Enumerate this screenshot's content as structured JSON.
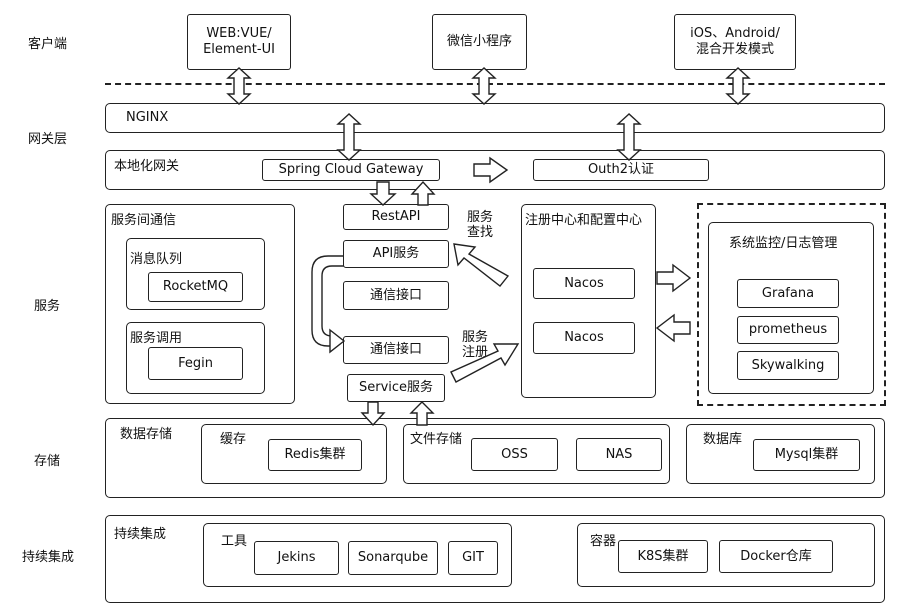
{
  "rows": {
    "client": "客户端",
    "gateway": "网关层",
    "service": "服务",
    "storage": "存储",
    "ci": "持续集成"
  },
  "client": {
    "web_line1": "WEB:VUE/",
    "web_line2": "Element-UI",
    "miniprogram": "微信小程序",
    "mobile_line1": "iOS、Android/",
    "mobile_line2": "混合开发模式"
  },
  "gateway": {
    "nginx": "NGINX",
    "local_gateway": "本地化网关",
    "spring_cloud_gateway": "Spring Cloud Gateway",
    "oauth2": "Outh2认证"
  },
  "service": {
    "inter_comm": "服务间通信",
    "mq_group": "消息队列",
    "rocketmq": "RocketMQ",
    "call_group": "服务调用",
    "fegin": "Fegin",
    "restapi": "RestAPI",
    "api_service": "API服务",
    "comm_interface_1": "通信接口",
    "comm_interface_2": "通信接口",
    "service_service": "Service服务",
    "discovery_line1": "服务",
    "discovery_line2": "查找",
    "register_line1": "服务",
    "register_line2": "注册",
    "registry_config": "注册中心和配置中心",
    "nacos_1": "Nacos",
    "nacos_2": "Nacos",
    "monitoring": "系统监控/日志管理",
    "grafana": "Grafana",
    "prometheus": "prometheus",
    "skywalking": "Skywalking"
  },
  "storage": {
    "data_storage": "数据存储",
    "cache": "缓存",
    "redis": "Redis集群",
    "file_storage": "文件存储",
    "oss": "OSS",
    "nas": "NAS",
    "database": "数据库",
    "mysql": "Mysql集群"
  },
  "ci": {
    "ci_title": "持续集成",
    "tools": "工具",
    "jekins": "Jekins",
    "sonarqube": "Sonarqube",
    "git": "GIT",
    "containers": "容器",
    "k8s": "K8S集群",
    "docker": "Docker仓库"
  }
}
